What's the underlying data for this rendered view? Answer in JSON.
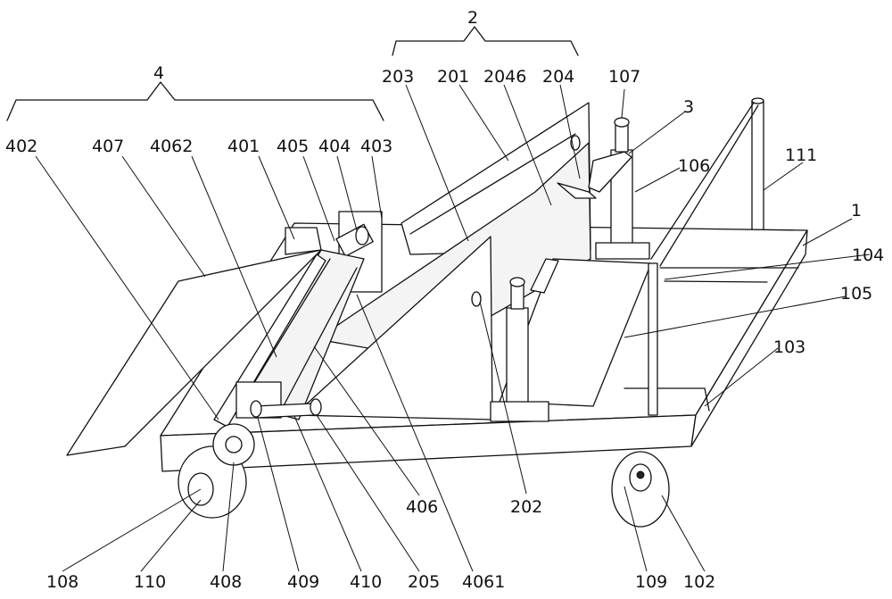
{
  "figure": {
    "groups": [
      {
        "id": "g2",
        "label": "2"
      },
      {
        "id": "g4",
        "label": "4"
      }
    ],
    "callouts": [
      {
        "id": "402",
        "label": "402"
      },
      {
        "id": "407",
        "label": "407"
      },
      {
        "id": "4062",
        "label": "4062"
      },
      {
        "id": "401",
        "label": "401"
      },
      {
        "id": "405",
        "label": "405"
      },
      {
        "id": "404",
        "label": "404"
      },
      {
        "id": "403",
        "label": "403"
      },
      {
        "id": "203",
        "label": "203"
      },
      {
        "id": "201",
        "label": "201"
      },
      {
        "id": "2046",
        "label": "2046"
      },
      {
        "id": "204",
        "label": "204"
      },
      {
        "id": "107",
        "label": "107"
      },
      {
        "id": "3",
        "label": "3"
      },
      {
        "id": "106",
        "label": "106"
      },
      {
        "id": "111",
        "label": "111"
      },
      {
        "id": "1",
        "label": "1"
      },
      {
        "id": "104",
        "label": "104"
      },
      {
        "id": "105",
        "label": "105"
      },
      {
        "id": "103",
        "label": "103"
      },
      {
        "id": "406",
        "label": "406"
      },
      {
        "id": "202",
        "label": "202"
      },
      {
        "id": "108",
        "label": "108"
      },
      {
        "id": "110",
        "label": "110"
      },
      {
        "id": "408",
        "label": "408"
      },
      {
        "id": "409",
        "label": "409"
      },
      {
        "id": "410",
        "label": "410"
      },
      {
        "id": "205",
        "label": "205"
      },
      {
        "id": "4061",
        "label": "4061"
      },
      {
        "id": "109",
        "label": "109"
      },
      {
        "id": "102",
        "label": "102"
      }
    ]
  }
}
